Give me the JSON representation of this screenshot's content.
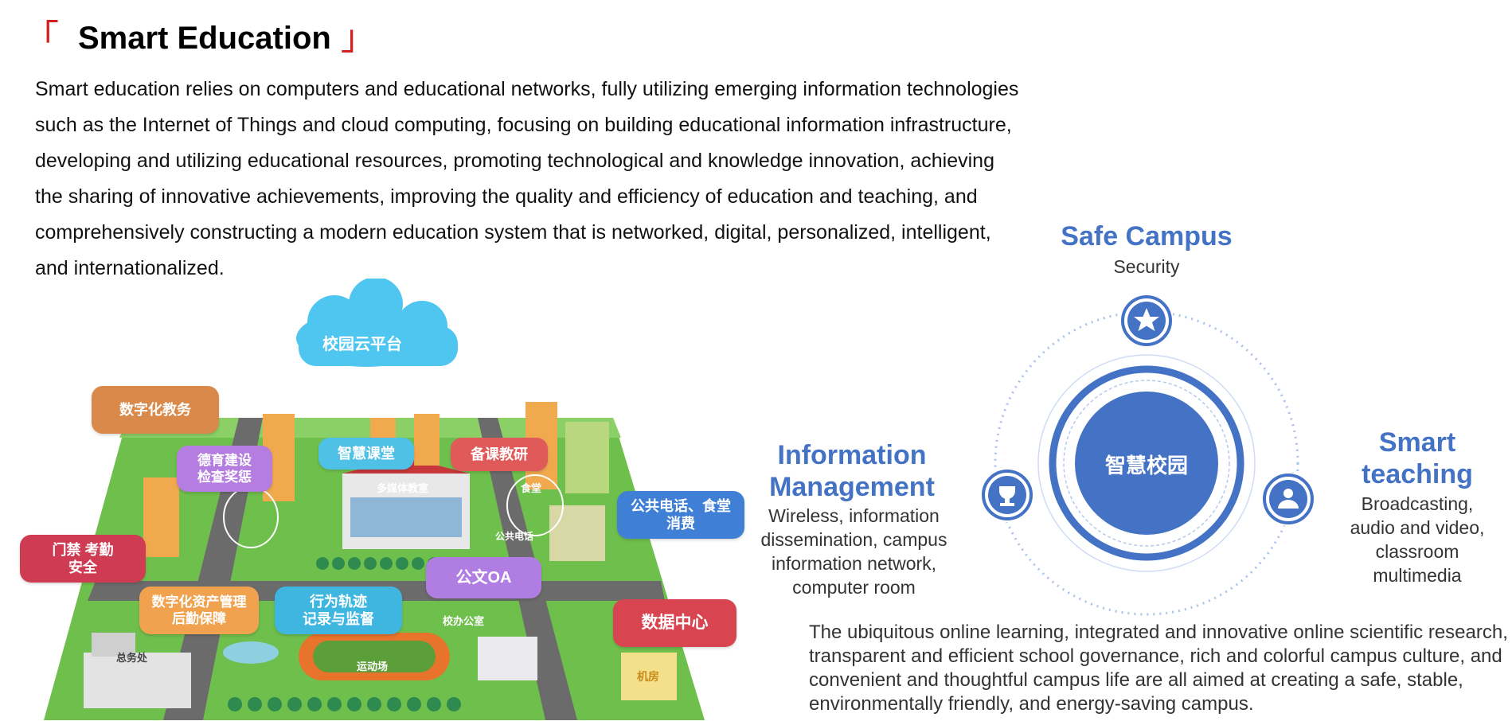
{
  "header": {
    "bracket_open": "「",
    "title": "Smart Education",
    "bracket_close": "」"
  },
  "intro_text": "Smart education relies on computers and educational networks, fully utilizing emerging information technologies such as the Internet of Things and cloud computing, focusing on building educational information infrastructure, developing and utilizing educational resources, promoting technological and knowledge innovation, achieving the sharing of innovative achievements, improving the quality and efficiency of education and teaching, and comprehensively constructing a modern education system that is networked, digital, personalized, intelligent, and internationalized.",
  "illustration": {
    "cloud": "校园云平台",
    "labels": {
      "digital_teaching": "数字化教务",
      "moral": "德育建设\n检查奖惩",
      "smart_class": "智慧课堂",
      "lesson_prep": "备课教研",
      "public_phone": "公共电话、食堂\n消费",
      "access": "门禁 考勤\n安全",
      "oa": "公文OA",
      "assets": "数字化资产管理\n后勤保障",
      "tracking": "行为轨迹\n记录与监督",
      "data_center": "数据中心"
    },
    "ground": {
      "multimedia": "多媒体教室",
      "canteen": "食堂",
      "phone": "公共电话",
      "office": "校办公室",
      "field": "运动场",
      "general": "总务处",
      "server": "机房"
    }
  },
  "diagram": {
    "center": "智慧校园",
    "top": {
      "title": "Safe Campus",
      "subtitle": "Security"
    },
    "left": {
      "title": "Information\nManagement",
      "subtitle": "Wireless, information dissemination, campus information network, computer room"
    },
    "right": {
      "title": "Smart\nteaching",
      "subtitle": "Broadcasting, audio and video, classroom multimedia"
    },
    "icons": {
      "top": "star-icon",
      "left": "trophy-icon",
      "right": "user-icon"
    },
    "accent_color": "#4472c4"
  },
  "bottom_text": "The ubiquitous online learning, integrated and innovative online scientific research, transparent and efficient school governance, rich and colorful campus culture, and convenient and thoughtful campus life are all aimed at creating a safe, stable, environmentally friendly, and energy-saving campus."
}
